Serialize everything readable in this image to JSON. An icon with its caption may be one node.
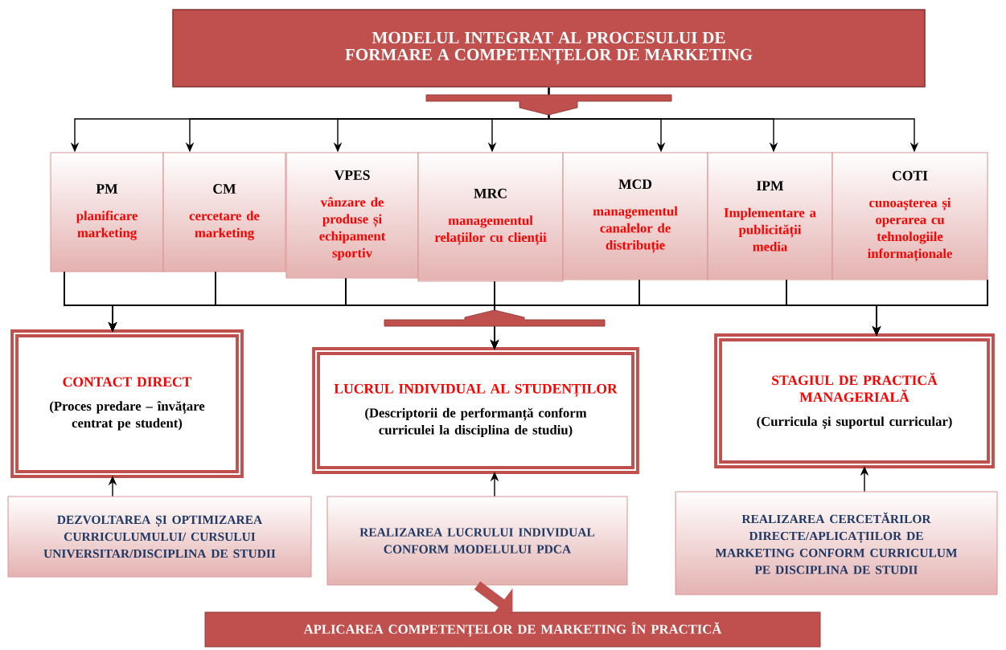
{
  "diagram": {
    "nodes": [
      {
        "text": [
          "MODELUL INTEGRAT AL PROCESULUI DE FORMARE A COMPETENȚELOR DE MARKETING"
        ]
      },
      {
        "text": [
          "PM",
          "planificare marketing"
        ]
      },
      {
        "text": [
          "CM",
          "cercetare de marketing"
        ]
      },
      {
        "text": [
          "VPES",
          "vânzare de produse și echipament sportiv"
        ]
      },
      {
        "text": [
          "MRC",
          "managementul relațiilor cu clienții"
        ]
      },
      {
        "text": [
          "MCD",
          "managementul canalelor de distribuție"
        ]
      },
      {
        "text": [
          "IPM",
          "Implementare a publicității media"
        ]
      },
      {
        "text": [
          "COTI",
          "cunoașterea și operarea cu tehnologiile informaționale"
        ]
      },
      {
        "text": [
          "CONTACT DIRECT",
          "(Proces predare – învățare centrat pe student)"
        ]
      },
      {
        "text": [
          "LUCRUL INDIVIDUAL AL STUDENȚILOR",
          "(Descriptorii de performanță conform curriculei la disciplina de studiu)"
        ]
      },
      {
        "text": [
          "STAGIUL DE PRACTICĂ MANAGERIALĂ",
          "(Curricula și suportul curricular)"
        ]
      },
      {
        "text": [
          "DEZVOLTAREA ȘI OPTIMIZAREA CURRICULUMULUI/ CURSULUI UNIVERSITAR/DISCIPLINA DE STUDII"
        ]
      },
      {
        "text": [
          "REALIZAREA LUCRULUI INDIVIDUAL CONFORM MODELULUI PDCA"
        ]
      },
      {
        "text": [
          "REALIZAREA CERCETĂRILOR DIRECTE/APLICAȚIILOR DE MARKETING CONFORM CURRICULUM PE DISCIPLINA DE STUDII"
        ]
      },
      {
        "text": [
          "APLICAREA COMPETENȚELOR DE MARKETING ÎN PRACTICĂ"
        ]
      }
    ],
    "edges": [
      {
        "from": 0,
        "to": 1,
        "arrow": "to"
      },
      {
        "from": 0,
        "to": 2,
        "arrow": "to"
      },
      {
        "from": 0,
        "to": 3,
        "arrow": "to"
      },
      {
        "from": 0,
        "to": 4,
        "arrow": "to"
      },
      {
        "from": 0,
        "to": 5,
        "arrow": "to"
      },
      {
        "from": 0,
        "to": 6,
        "arrow": "to"
      },
      {
        "from": 0,
        "to": 7,
        "arrow": "to"
      },
      {
        "from": 1,
        "to": 8,
        "arrow": "to"
      },
      {
        "from": 2,
        "to": 8,
        "arrow": "to"
      },
      {
        "from": 3,
        "to": 8,
        "arrow": "to"
      },
      {
        "from": 4,
        "to": 8,
        "arrow": "to"
      },
      {
        "from": 5,
        "to": 8,
        "arrow": "to"
      },
      {
        "from": 6,
        "to": 8,
        "arrow": "to"
      },
      {
        "from": 7,
        "to": 8,
        "arrow": "to"
      },
      {
        "from": 1,
        "to": 9,
        "arrow": "to"
      },
      {
        "from": 2,
        "to": 9,
        "arrow": "to"
      },
      {
        "from": 3,
        "to": 9,
        "arrow": "to"
      },
      {
        "from": 4,
        "to": 9,
        "arrow": "to"
      },
      {
        "from": 5,
        "to": 9,
        "arrow": "to"
      },
      {
        "from": 6,
        "to": 9,
        "arrow": "to"
      },
      {
        "from": 7,
        "to": 9,
        "arrow": "to"
      },
      {
        "from": 1,
        "to": 10,
        "arrow": "to"
      },
      {
        "from": 2,
        "to": 10,
        "arrow": "to"
      },
      {
        "from": 3,
        "to": 10,
        "arrow": "to"
      },
      {
        "from": 4,
        "to": 10,
        "arrow": "to"
      },
      {
        "from": 5,
        "to": 10,
        "arrow": "to"
      },
      {
        "from": 6,
        "to": 10,
        "arrow": "to"
      },
      {
        "from": 7,
        "to": 10,
        "arrow": "to"
      },
      {
        "from": 11,
        "to": 8,
        "arrow": "to"
      },
      {
        "from": 12,
        "to": 9,
        "arrow": "to"
      },
      {
        "from": 13,
        "to": 10,
        "arrow": "to"
      },
      {
        "from": 12,
        "to": 14,
        "arrow": "to",
        "style": "thick",
        "color": "#c0504d"
      }
    ]
  }
}
